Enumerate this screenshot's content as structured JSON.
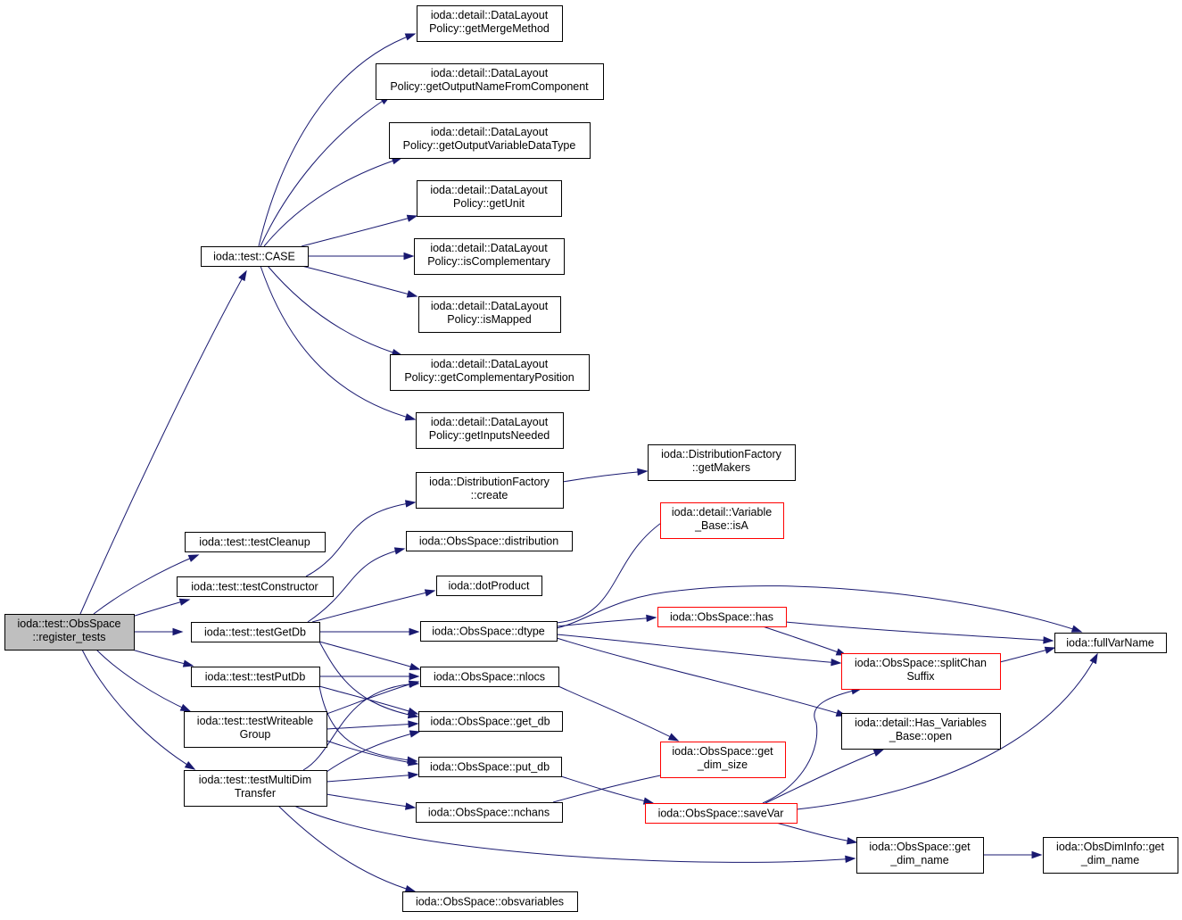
{
  "graph": {
    "nodes": [
      {
        "id": "register_tests",
        "lines": [
          "ioda::test::ObsSpace",
          "::register_tests"
        ],
        "style": "root"
      },
      {
        "id": "case",
        "lines": [
          "ioda::test::CASE"
        ],
        "style": "normal"
      },
      {
        "id": "getMergeMethod",
        "lines": [
          "ioda::detail::DataLayout",
          "Policy::getMergeMethod"
        ],
        "style": "normal"
      },
      {
        "id": "getOutputNameFromComponent",
        "lines": [
          "ioda::detail::DataLayout",
          "Policy::getOutputNameFromComponent"
        ],
        "style": "normal"
      },
      {
        "id": "getOutputVariableDataType",
        "lines": [
          "ioda::detail::DataLayout",
          "Policy::getOutputVariableDataType"
        ],
        "style": "normal"
      },
      {
        "id": "getUnit",
        "lines": [
          "ioda::detail::DataLayout",
          "Policy::getUnit"
        ],
        "style": "normal"
      },
      {
        "id": "isComplementary",
        "lines": [
          "ioda::detail::DataLayout",
          "Policy::isComplementary"
        ],
        "style": "normal"
      },
      {
        "id": "isMapped",
        "lines": [
          "ioda::detail::DataLayout",
          "Policy::isMapped"
        ],
        "style": "normal"
      },
      {
        "id": "getComplementaryPosition",
        "lines": [
          "ioda::detail::DataLayout",
          "Policy::getComplementaryPosition"
        ],
        "style": "normal"
      },
      {
        "id": "getInputsNeeded",
        "lines": [
          "ioda::detail::DataLayout",
          "Policy::getInputsNeeded"
        ],
        "style": "normal"
      },
      {
        "id": "testCleanup",
        "lines": [
          "ioda::test::testCleanup"
        ],
        "style": "normal"
      },
      {
        "id": "testConstructor",
        "lines": [
          "ioda::test::testConstructor"
        ],
        "style": "normal"
      },
      {
        "id": "testGetDb",
        "lines": [
          "ioda::test::testGetDb"
        ],
        "style": "normal"
      },
      {
        "id": "testPutDb",
        "lines": [
          "ioda::test::testPutDb"
        ],
        "style": "normal"
      },
      {
        "id": "testWriteableGroup",
        "lines": [
          "ioda::test::testWriteable",
          "Group"
        ],
        "style": "normal"
      },
      {
        "id": "testMultiDimTransfer",
        "lines": [
          "ioda::test::testMultiDim",
          "Transfer"
        ],
        "style": "normal"
      },
      {
        "id": "distCreate",
        "lines": [
          "ioda::DistributionFactory",
          "::create"
        ],
        "style": "normal"
      },
      {
        "id": "distGetMakers",
        "lines": [
          "ioda::DistributionFactory",
          "::getMakers"
        ],
        "style": "normal"
      },
      {
        "id": "distribution",
        "lines": [
          "ioda::ObsSpace::distribution"
        ],
        "style": "normal"
      },
      {
        "id": "dotProduct",
        "lines": [
          "ioda::dotProduct"
        ],
        "style": "normal"
      },
      {
        "id": "dtype",
        "lines": [
          "ioda::ObsSpace::dtype"
        ],
        "style": "normal"
      },
      {
        "id": "nlocs",
        "lines": [
          "ioda::ObsSpace::nlocs"
        ],
        "style": "normal"
      },
      {
        "id": "get_db",
        "lines": [
          "ioda::ObsSpace::get_db"
        ],
        "style": "normal"
      },
      {
        "id": "put_db",
        "lines": [
          "ioda::ObsSpace::put_db"
        ],
        "style": "normal"
      },
      {
        "id": "nchans",
        "lines": [
          "ioda::ObsSpace::nchans"
        ],
        "style": "normal"
      },
      {
        "id": "obsvariables",
        "lines": [
          "ioda::ObsSpace::obsvariables"
        ],
        "style": "normal"
      },
      {
        "id": "isA",
        "lines": [
          "ioda::detail::Variable",
          "_Base::isA"
        ],
        "style": "truncated"
      },
      {
        "id": "has",
        "lines": [
          "ioda::ObsSpace::has"
        ],
        "style": "truncated"
      },
      {
        "id": "getDimSize",
        "lines": [
          "ioda::ObsSpace::get",
          "_dim_size"
        ],
        "style": "truncated"
      },
      {
        "id": "saveVar",
        "lines": [
          "ioda::ObsSpace::saveVar"
        ],
        "style": "truncated"
      },
      {
        "id": "splitChanSuffix",
        "lines": [
          "ioda::ObsSpace::splitChan",
          "Suffix"
        ],
        "style": "truncated"
      },
      {
        "id": "hasVarOpen",
        "lines": [
          "ioda::detail::Has_Variables",
          "_Base::open"
        ],
        "style": "normal"
      },
      {
        "id": "getDimName",
        "lines": [
          "ioda::ObsSpace::get",
          "_dim_name"
        ],
        "style": "normal"
      },
      {
        "id": "fullVarName",
        "lines": [
          "ioda::fullVarName"
        ],
        "style": "normal"
      },
      {
        "id": "dimInfoGetDimName",
        "lines": [
          "ioda::ObsDimInfo::get",
          "_dim_name"
        ],
        "style": "normal"
      }
    ],
    "edges": [
      {
        "from": "register_tests",
        "to": "case"
      },
      {
        "from": "register_tests",
        "to": "testCleanup"
      },
      {
        "from": "register_tests",
        "to": "testConstructor"
      },
      {
        "from": "register_tests",
        "to": "testGetDb"
      },
      {
        "from": "register_tests",
        "to": "testPutDb"
      },
      {
        "from": "register_tests",
        "to": "testWriteableGroup"
      },
      {
        "from": "register_tests",
        "to": "testMultiDimTransfer"
      },
      {
        "from": "case",
        "to": "getMergeMethod"
      },
      {
        "from": "case",
        "to": "getOutputNameFromComponent"
      },
      {
        "from": "case",
        "to": "getOutputVariableDataType"
      },
      {
        "from": "case",
        "to": "getUnit"
      },
      {
        "from": "case",
        "to": "isComplementary"
      },
      {
        "from": "case",
        "to": "isMapped"
      },
      {
        "from": "case",
        "to": "getComplementaryPosition"
      },
      {
        "from": "case",
        "to": "getInputsNeeded"
      },
      {
        "from": "testConstructor",
        "to": "distCreate"
      },
      {
        "from": "distCreate",
        "to": "distGetMakers"
      },
      {
        "from": "testGetDb",
        "to": "distribution"
      },
      {
        "from": "testGetDb",
        "to": "dotProduct"
      },
      {
        "from": "testGetDb",
        "to": "dtype"
      },
      {
        "from": "testGetDb",
        "to": "nlocs"
      },
      {
        "from": "testGetDb",
        "to": "get_db"
      },
      {
        "from": "testPutDb",
        "to": "nlocs"
      },
      {
        "from": "testPutDb",
        "to": "get_db"
      },
      {
        "from": "testPutDb",
        "to": "put_db"
      },
      {
        "from": "testWriteableGroup",
        "to": "nlocs"
      },
      {
        "from": "testWriteableGroup",
        "to": "get_db"
      },
      {
        "from": "testWriteableGroup",
        "to": "put_db"
      },
      {
        "from": "testMultiDimTransfer",
        "to": "nlocs"
      },
      {
        "from": "testMultiDimTransfer",
        "to": "get_db"
      },
      {
        "from": "testMultiDimTransfer",
        "to": "put_db"
      },
      {
        "from": "testMultiDimTransfer",
        "to": "nchans"
      },
      {
        "from": "testMultiDimTransfer",
        "to": "obsvariables"
      },
      {
        "from": "testMultiDimTransfer",
        "to": "getDimName"
      },
      {
        "from": "dtype",
        "to": "isA"
      },
      {
        "from": "dtype",
        "to": "has"
      },
      {
        "from": "dtype",
        "to": "splitChanSuffix"
      },
      {
        "from": "dtype",
        "to": "hasVarOpen"
      },
      {
        "from": "dtype",
        "to": "fullVarName"
      },
      {
        "from": "has",
        "to": "splitChanSuffix"
      },
      {
        "from": "has",
        "to": "fullVarName"
      },
      {
        "from": "splitChanSuffix",
        "to": "fullVarName"
      },
      {
        "from": "nlocs",
        "to": "getDimSize"
      },
      {
        "from": "nchans",
        "to": "getDimSize"
      },
      {
        "from": "put_db",
        "to": "saveVar"
      },
      {
        "from": "saveVar",
        "to": "splitChanSuffix"
      },
      {
        "from": "saveVar",
        "to": "hasVarOpen"
      },
      {
        "from": "saveVar",
        "to": "getDimName"
      },
      {
        "from": "saveVar",
        "to": "fullVarName"
      },
      {
        "from": "getDimName",
        "to": "dimInfoGetDimName"
      }
    ]
  },
  "colors": {
    "edge": "#191970",
    "root_fill": "#bfbfbf",
    "node_border": "#000000",
    "truncated_border": "#ff0000"
  }
}
